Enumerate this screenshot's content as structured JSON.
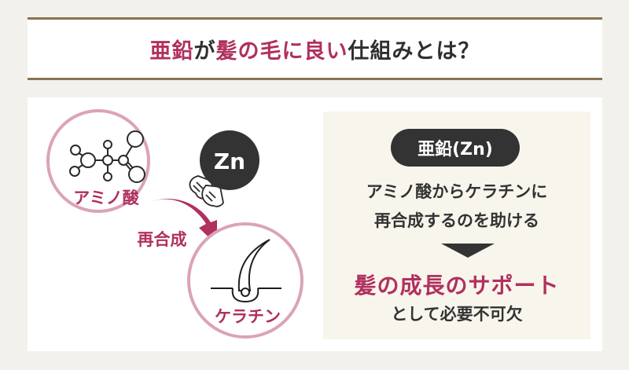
{
  "header": {
    "title_parts": [
      {
        "text": "亜鉛",
        "accent": true
      },
      {
        "text": "が",
        "accent": false
      },
      {
        "text": "髪の毛に良い",
        "accent": true
      },
      {
        "text": "仕組みとは？",
        "accent": false
      }
    ]
  },
  "diagram": {
    "amino_acid_label": "アミノ酸",
    "zinc_symbol": "Zn",
    "resynthesis_label": "再合成",
    "keratin_label": "ケラチン",
    "icons": [
      "molecule-icon",
      "zinc-ball-icon",
      "hands-icon",
      "curved-arrow-icon",
      "hair-follicle-icon"
    ]
  },
  "info_box": {
    "badge": "亜鉛(Zn)",
    "description_line1": "アミノ酸からケラチンに",
    "description_line2": "再合成するのを助ける",
    "result_main": "髪の成長のサポート",
    "result_sub": "として必要不可欠"
  },
  "colors": {
    "accent": "#b0305f",
    "circle_outline": "#dba3b8",
    "dark": "#333333",
    "rule": "#8a7352",
    "page_bg": "#f3f1ec",
    "info_bg": "#f8f5ec"
  }
}
